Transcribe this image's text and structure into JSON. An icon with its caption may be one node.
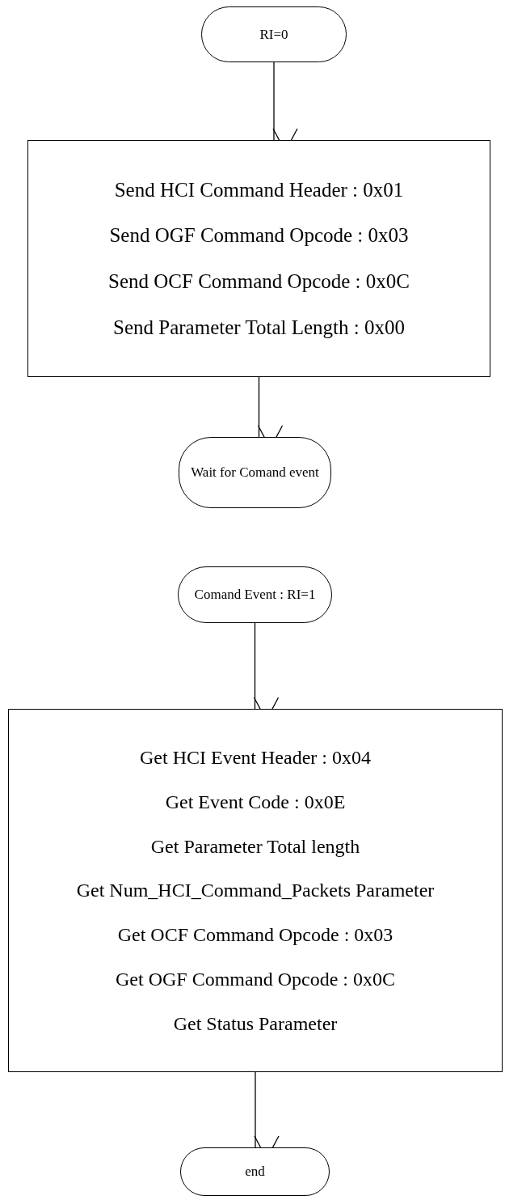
{
  "diagram": {
    "nodes": [
      {
        "text": [
          "RI=0"
        ]
      },
      {
        "text": [
          "Send HCI Command Header : 0x01",
          "Send OGF Command Opcode : 0x03",
          "Send OCF Command Opcode : 0x0C",
          "Send Parameter Total Length : 0x00"
        ]
      },
      {
        "text": [
          "Wait for Comand event"
        ]
      },
      {
        "text": [
          "Comand Event : RI=1"
        ]
      },
      {
        "text": [
          "Get HCI Event Header : 0x04",
          "Get Event Code : 0x0E",
          "Get Parameter Total length",
          "Get Num_HCI_Command_Packets Parameter",
          "Get OCF Command Opcode : 0x03",
          "Get OGF Command Opcode : 0x0C",
          "Get Status Parameter"
        ]
      },
      {
        "text": [
          "end"
        ]
      }
    ],
    "edges": [
      {
        "from": 0,
        "to": 1,
        "arrow": "to"
      },
      {
        "from": 1,
        "to": 2,
        "arrow": "to"
      },
      {
        "from": 3,
        "to": 4,
        "arrow": "to"
      },
      {
        "from": 4,
        "to": 5,
        "arrow": "to"
      }
    ]
  }
}
